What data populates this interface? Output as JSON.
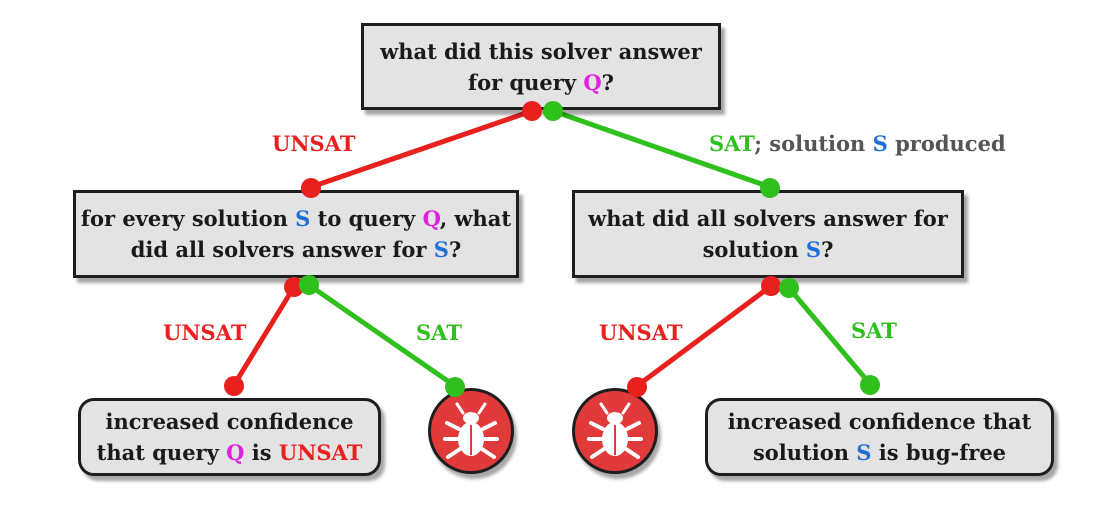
{
  "root": {
    "line1": "what did this solver answer",
    "line2_pre": "for query ",
    "line2_q": "Q",
    "line2_post": "?"
  },
  "left_node": {
    "line1_pre": "for every solution ",
    "line1_s": "S",
    "line1_mid": " to query ",
    "line1_q": "Q",
    "line1_post": ", what",
    "line2_pre": "did all solvers answer for ",
    "line2_s": "S",
    "line2_post": "?"
  },
  "right_node": {
    "line1": "what did all solvers answer for",
    "line2_pre": "solution ",
    "line2_s": "S",
    "line2_post": "?"
  },
  "leaf_left": {
    "line1": "increased confidence",
    "line2_pre": "that query ",
    "line2_q": "Q",
    "line2_mid": " is ",
    "line2_unsat": "UNSAT"
  },
  "leaf_right": {
    "line1": "increased confidence that",
    "line2_pre": "solution ",
    "line2_s": "S",
    "line2_post": " is bug-free"
  },
  "edges": {
    "root_unsat": "UNSAT",
    "root_sat": "SAT",
    "root_sat_rest_pre": "; solution ",
    "root_sat_s": "S",
    "root_sat_rest_post": " produced",
    "left_unsat": "UNSAT",
    "left_sat": "SAT",
    "right_unsat": "UNSAT",
    "right_sat": "SAT"
  },
  "icons": {
    "bug": "bug-icon"
  },
  "colors": {
    "unsat": "#e8201e",
    "sat": "#2fc01e",
    "query": "#e020e0",
    "solution": "#1f6fd6",
    "box_fill": "#e3e3e3",
    "bug_fill": "#e03a3a"
  }
}
